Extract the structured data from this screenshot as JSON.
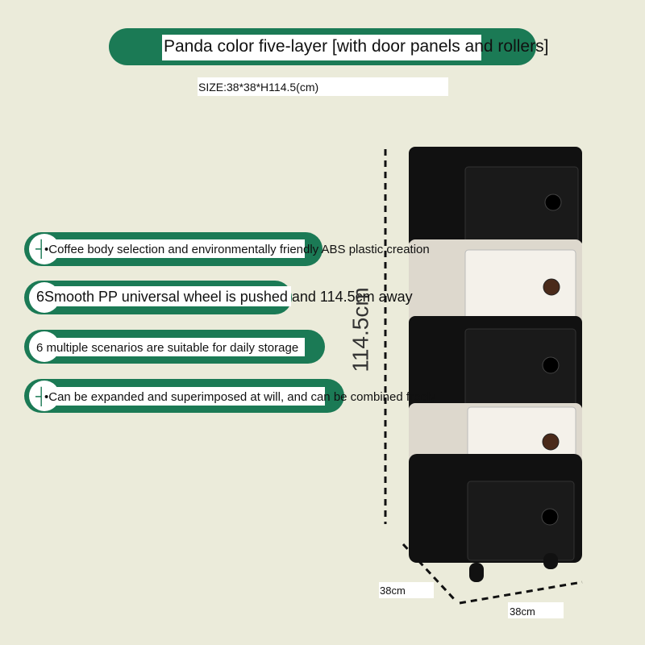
{
  "title": "Panda color five-layer [with door panels and rollers]",
  "size": "SIZE:38*38*H114.5(cm)",
  "features": [
    "•Coffee body selection and environmentally friendly ABS plastic creation",
    "6Smooth PP universal wheel is pushed and 114.5cm away",
    "6 multiple scenarios are suitable for daily storage",
    "•Can be expanded and superimposed at will, and can be combined freely"
  ],
  "dimensions": {
    "height": "114.5cm",
    "depth": "38cm",
    "width": "38cm"
  },
  "colors": {
    "green": "#1b7a55",
    "background": "#ebebda"
  }
}
